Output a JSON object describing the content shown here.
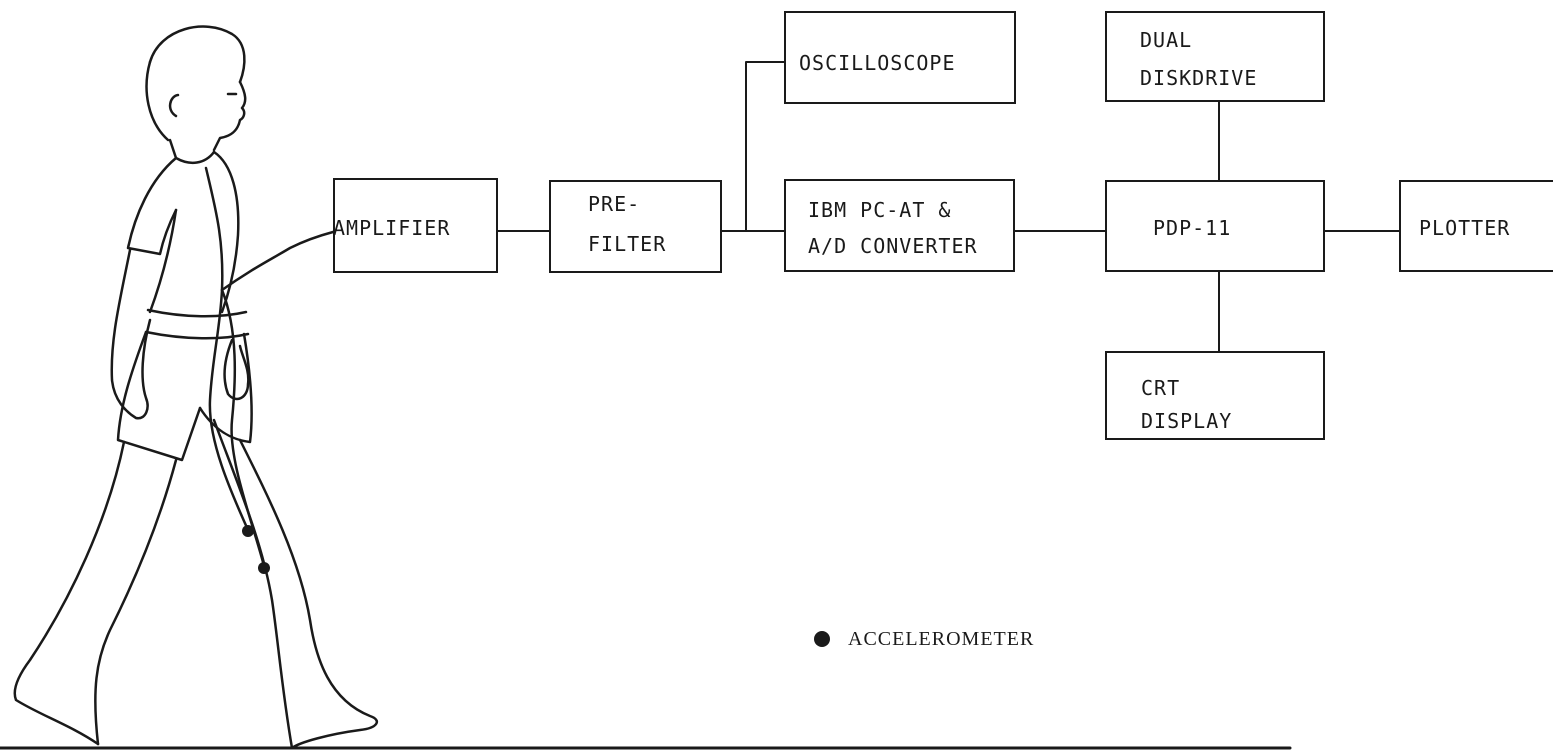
{
  "blocks": {
    "amplifier": "AMPLIFIER",
    "prefilter": {
      "line1": "PRE-",
      "line2": "FILTER"
    },
    "oscilloscope": "OSCILLOSCOPE",
    "ibm": {
      "line1": "IBM PC-AT &",
      "line2": "A/D CONVERTER"
    },
    "pdp": "PDP-11",
    "disk": {
      "line1": "DUAL",
      "line2": "DISKDRIVE"
    },
    "crt": {
      "line1": "CRT",
      "line2": "DISPLAY"
    },
    "plotter": "PLOTTER"
  },
  "legend": {
    "label": "ACCELEROMETER"
  },
  "colors": {
    "ink": "#1a1a1a",
    "paper": "#ffffff"
  }
}
